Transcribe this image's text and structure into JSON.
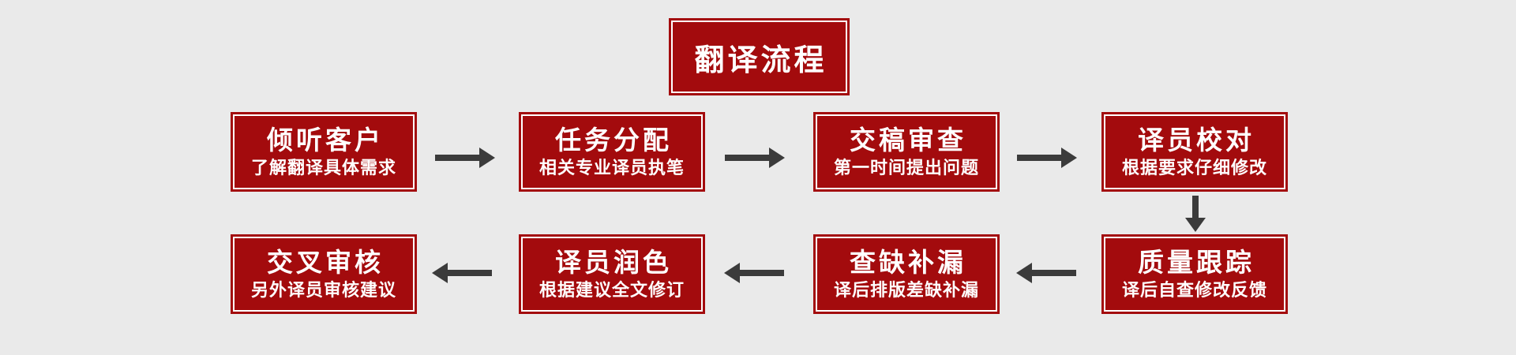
{
  "page": {
    "background_color": "#eaeaea",
    "type": "flowchart"
  },
  "colors": {
    "box_fill": "#a30b0d",
    "box_inner_border": "#ffffff",
    "box_text": "#ffffff",
    "arrow": "#3b3b3b"
  },
  "title": {
    "label": "翻译流程"
  },
  "flow": {
    "boxes": [
      {
        "title": "倾听客户",
        "subtitle": "了解翻译具体需求"
      },
      {
        "title": "任务分配",
        "subtitle": "相关专业译员执笔"
      },
      {
        "title": "交稿审查",
        "subtitle": "第一时间提出问题"
      },
      {
        "title": "译员校对",
        "subtitle": "根据要求仔细修改"
      },
      {
        "title": "质量跟踪",
        "subtitle": "译后自查修改反馈"
      },
      {
        "title": "查缺补漏",
        "subtitle": "译后排版差缺补漏"
      },
      {
        "title": "译员润色",
        "subtitle": "根据建议全文修订"
      },
      {
        "title": "交叉审核",
        "subtitle": "另外译员审核建议"
      }
    ],
    "connections": [
      {
        "from": "倾听客户",
        "to": "任务分配",
        "direction": "right"
      },
      {
        "from": "任务分配",
        "to": "交稿审查",
        "direction": "right"
      },
      {
        "from": "交稿审查",
        "to": "译员校对",
        "direction": "right"
      },
      {
        "from": "译员校对",
        "to": "质量跟踪",
        "direction": "down"
      },
      {
        "from": "质量跟踪",
        "to": "查缺补漏",
        "direction": "left"
      },
      {
        "from": "查缺补漏",
        "to": "译员润色",
        "direction": "left"
      },
      {
        "from": "译员润色",
        "to": "交叉审核",
        "direction": "left"
      }
    ],
    "icons": {
      "arrow_right": "→",
      "arrow_down": "↓",
      "arrow_left": "←"
    }
  }
}
